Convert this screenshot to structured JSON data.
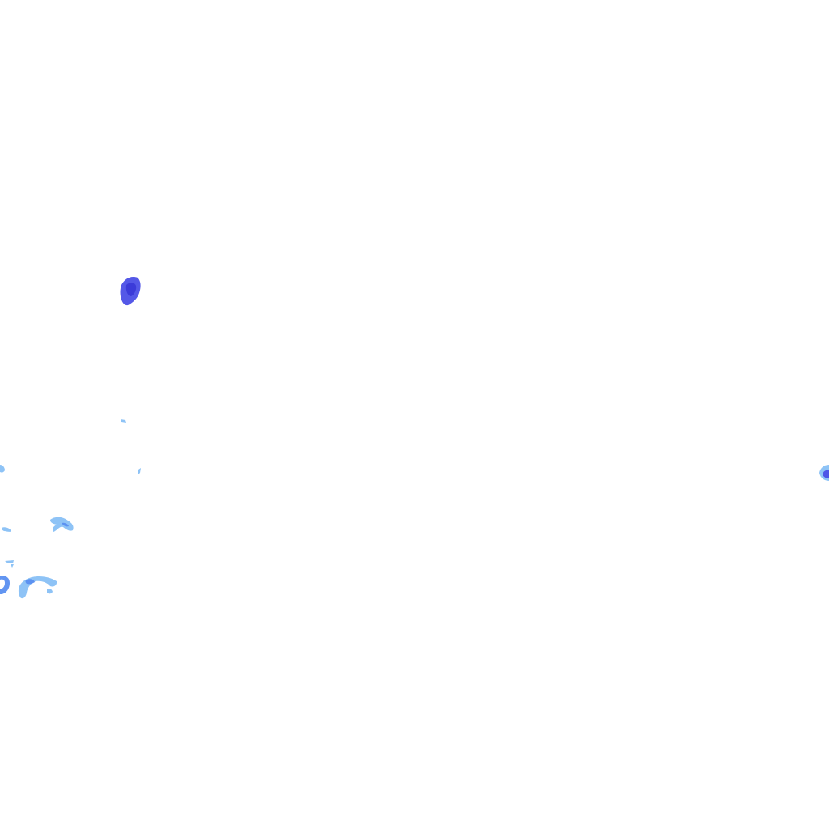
{
  "layer": {
    "kind": "radar-precipitation-overlay",
    "background": "#ffffff",
    "palette": {
      "light_rain": "#7ab8f5",
      "moderate_rain": "#5a8ff0",
      "heavy_rain": "#4b4fe6",
      "very_heavy_rain": "#3a3ad8"
    }
  },
  "cells": [
    {
      "id": "cell-northwest",
      "intensity": "heavy_rain"
    },
    {
      "id": "cell-east-edge",
      "intensity": "moderate_rain"
    },
    {
      "id": "cell-small-fleck-1",
      "intensity": "light_rain"
    },
    {
      "id": "cell-small-fleck-2",
      "intensity": "light_rain"
    },
    {
      "id": "cell-west-edge",
      "intensity": "light_rain"
    },
    {
      "id": "cell-arc-center",
      "intensity": "light_rain"
    },
    {
      "id": "cell-west-fleck",
      "intensity": "light_rain"
    },
    {
      "id": "cell-west-fleck-2",
      "intensity": "light_rain"
    },
    {
      "id": "cell-southwest-ring",
      "intensity": "moderate_rain"
    },
    {
      "id": "cell-southwest-band",
      "intensity": "light_rain"
    }
  ]
}
